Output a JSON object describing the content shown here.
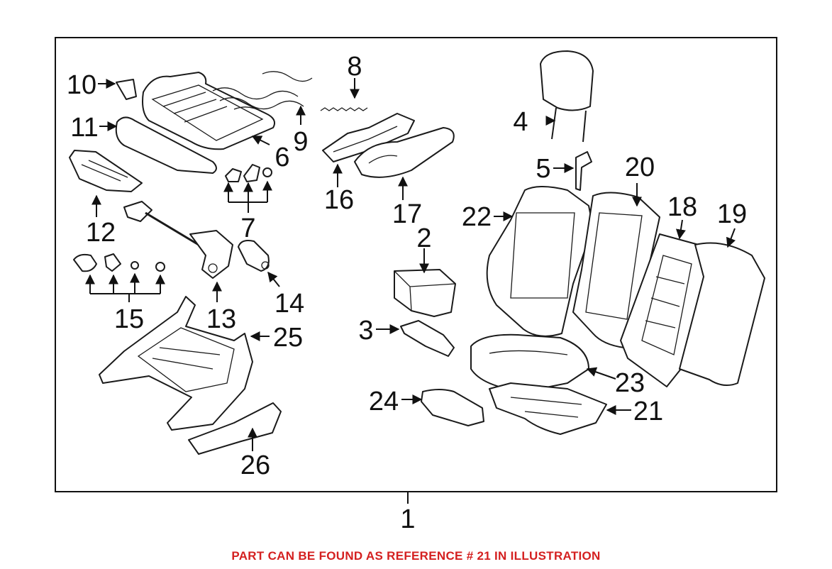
{
  "callouts": {
    "c1": "1",
    "c2": "2",
    "c3": "3",
    "c4": "4",
    "c5": "5",
    "c6": "6",
    "c7": "7",
    "c8": "8",
    "c9": "9",
    "c10": "10",
    "c11": "11",
    "c12": "12",
    "c13": "13",
    "c14": "14",
    "c15": "15",
    "c16": "16",
    "c17": "17",
    "c18": "18",
    "c19": "19",
    "c20": "20",
    "c21": "21",
    "c22": "22",
    "c23": "23",
    "c24": "24",
    "c25": "25",
    "c26": "26"
  },
  "footer": {
    "note": "PART CAN BE FOUND AS REFERENCE # 21 IN ILLUSTRATION",
    "color": "#d42020"
  }
}
